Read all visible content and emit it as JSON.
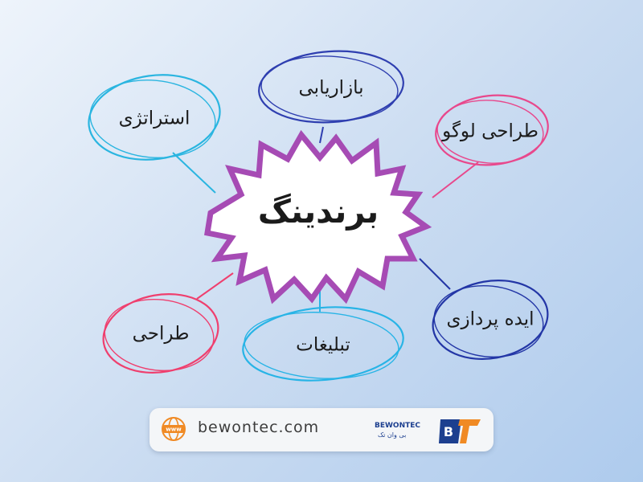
{
  "diagram": {
    "center": {
      "label": "برندینگ"
    },
    "nodes": [
      {
        "id": "marketing",
        "label": "بازاریابی",
        "color": "#2f3fb0"
      },
      {
        "id": "logo-design",
        "label": "طراحی لوگو",
        "color": "#e8488c"
      },
      {
        "id": "strategy",
        "label": "استراتژی",
        "color": "#2ab5e0"
      },
      {
        "id": "ideation",
        "label": "ایده پردازی",
        "color": "#2336a6"
      },
      {
        "id": "design",
        "label": "طراحی",
        "color": "#ef3f6e"
      },
      {
        "id": "advertising",
        "label": "تبلیغات",
        "color": "#28b4e6"
      }
    ],
    "center_color": "#a64bb4"
  },
  "footer": {
    "url": "bewontec.com",
    "icon": "www-globe-icon",
    "logo": {
      "name": "BEWONTEC",
      "subtitle": "بی وان تک",
      "mark_text": "BT"
    },
    "accent_orange": "#f08a24",
    "accent_blue": "#1c3f8f"
  }
}
